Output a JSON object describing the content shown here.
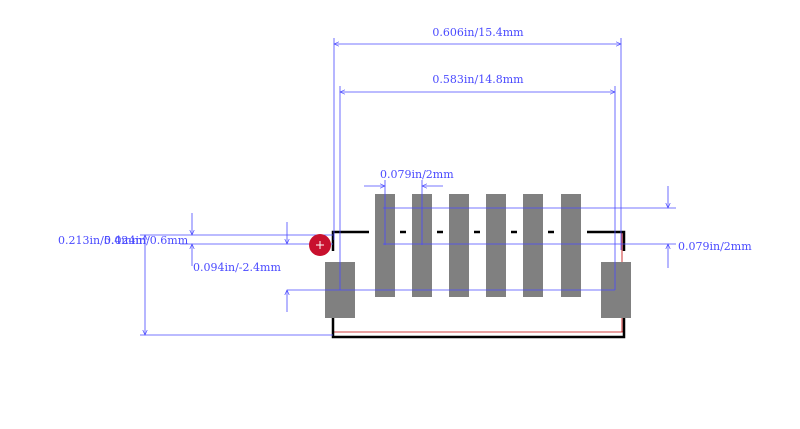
{
  "colors": {
    "dimension": "#4a4aff",
    "pad": "#808080",
    "outline": "#000000",
    "courtyard": "#c00000",
    "pin1_marker": "#c8102e"
  },
  "dimensions": {
    "overall_width": "0.606in/15.4mm",
    "pad_span": "0.583in/14.8mm",
    "pad_pitch": "0.079in/2mm",
    "pad_width": "0.079in/2mm",
    "left_height": "0.213in/5.4mm",
    "pad_offset": "0.024in/0.6mm",
    "pad_length": "0.094in/-2.4mm"
  },
  "pads": {
    "signal_count": 6,
    "mounting_count": 2
  }
}
